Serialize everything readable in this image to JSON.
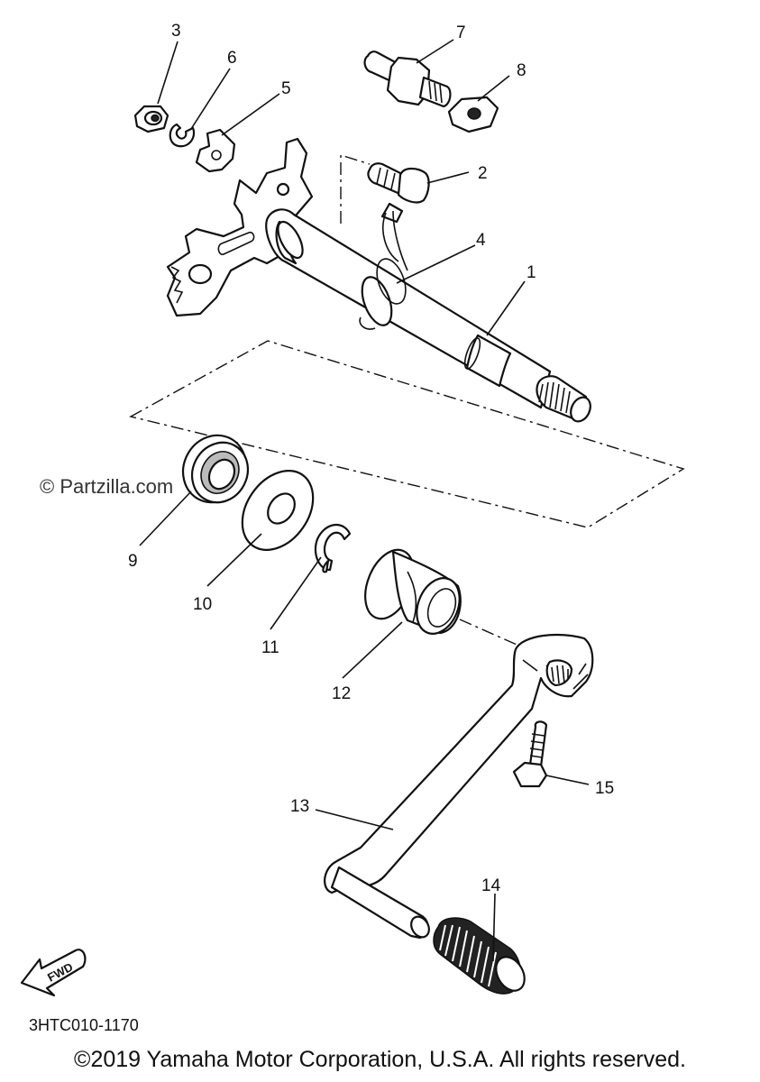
{
  "watermark": "© Partzilla.com",
  "catalog_number": "3HTC010-1170",
  "copyright": "©2019 Yamaha Motor Corporation, U.S.A. All rights reserved.",
  "fwd_label": "FWD",
  "callouts": {
    "c1": "1",
    "c2": "2",
    "c3": "3",
    "c4": "4",
    "c5": "5",
    "c6": "6",
    "c7": "7",
    "c8": "8",
    "c9": "9",
    "c10": "10",
    "c11": "11",
    "c12": "12",
    "c13": "13",
    "c14": "14",
    "c15": "15"
  }
}
